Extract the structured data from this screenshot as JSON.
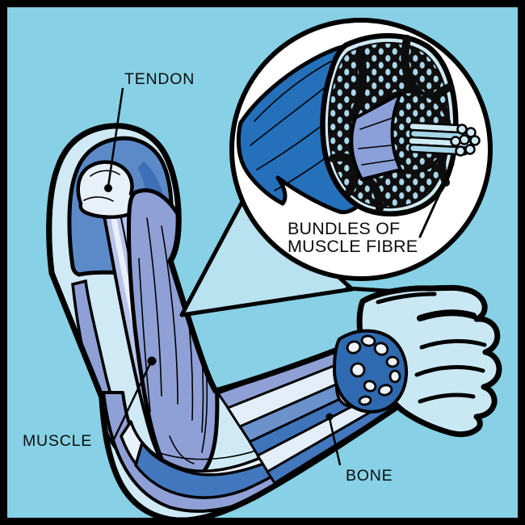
{
  "figure": {
    "type": "anatomical-diagram",
    "title": "Arm muscle anatomy with magnified muscle cross-section",
    "labels": {
      "tendon": "TENDON",
      "muscle": "MUSCLE",
      "bone": "BONE",
      "inset_line1": "BUNDLES OF",
      "inset_line2": "MUSCLE FIBRE"
    },
    "colors": {
      "background": "#87d0e5",
      "frame": "#000000",
      "skin": "#cfeaf4",
      "fist": "#c9e8f3",
      "shoulder_muscle": "#5c8ac8",
      "deep_muscle": "#3d70b6",
      "muscle": "#8fa0d6",
      "bone_head": "#e8f1fa",
      "bone_shaft": "#b9c4ea",
      "bone_band": "#e3eef9",
      "dark_band": "#3f74bb",
      "mid_band": "#6b92cb",
      "elbow_dark_band": "#4377bd",
      "white_band": "#e9f2fa",
      "carpal_backdrop": "#2f6ab0",
      "carpal_bone": "#eef5fb",
      "tendon_inset": "#2470ba",
      "fibre_dot": "#a9d6ea",
      "fibre_wrap": "#8b9fd9",
      "tube_light": "#cfeaf4",
      "tube_mid": "#a5d5e9",
      "inset_bg": "#ffffff",
      "wedge": "#b8e2f0",
      "label_text": "#0d0d0d"
    }
  }
}
